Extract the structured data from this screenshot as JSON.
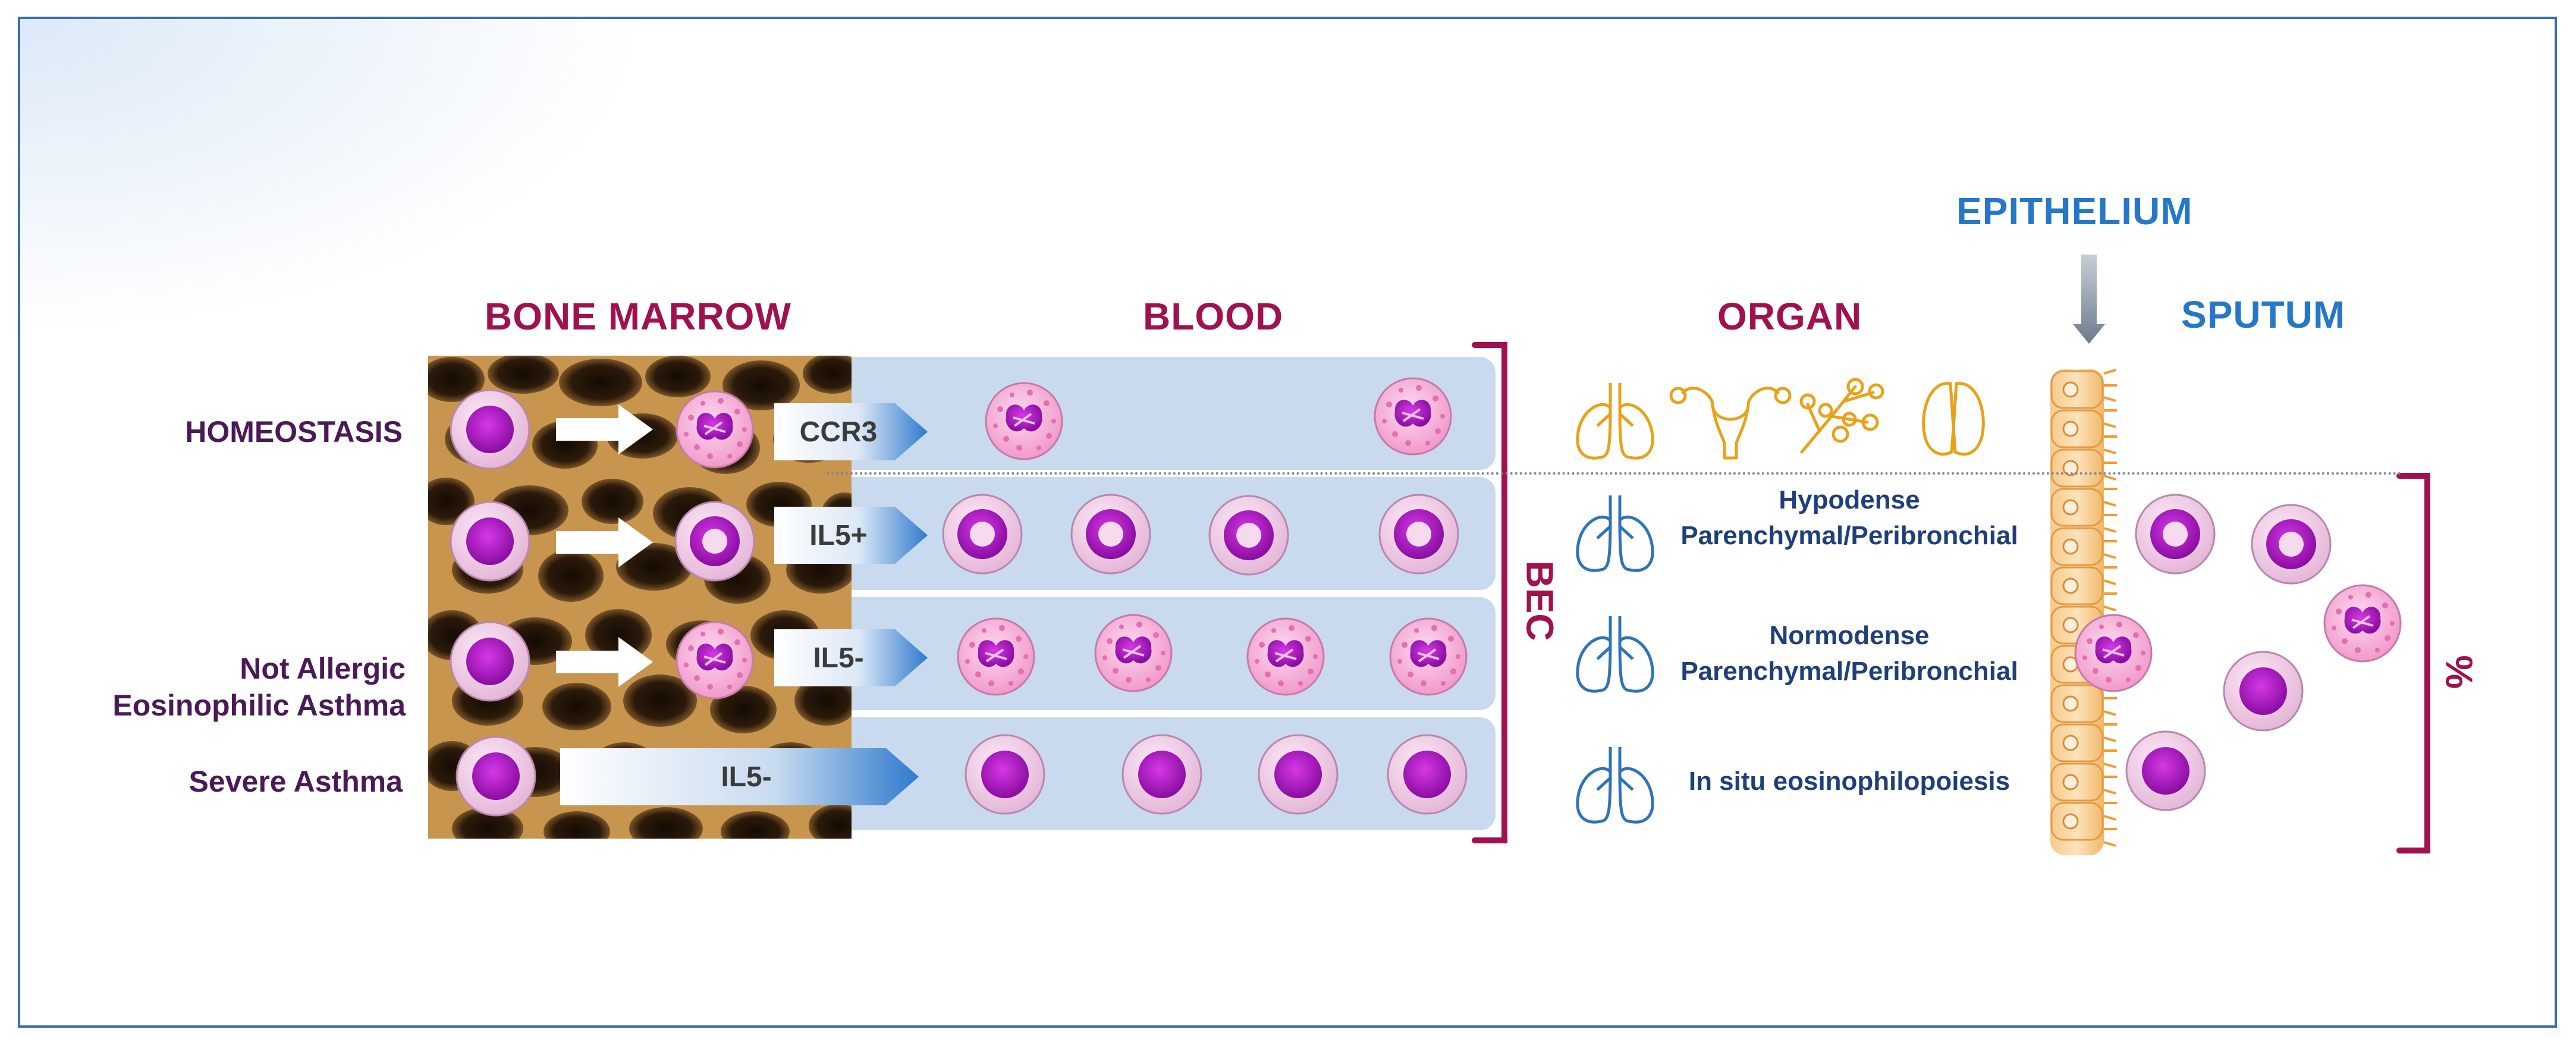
{
  "headers": {
    "bone_marrow": "BONE MARROW",
    "blood": "BLOOD",
    "organ": "ORGAN",
    "epithelium": "EPITHELIUM",
    "sputum": "SPUTUM"
  },
  "row_labels": {
    "homeostasis": "HOMEOSTASIS",
    "not_allergic_line1": "Not Allergic",
    "not_allergic_line2": "Eosinophilic Asthma",
    "severe": "Severe Asthma"
  },
  "receptor_tags": {
    "row1": "CCR3",
    "row2": "IL5+",
    "row3": "IL5-",
    "row4": "IL5-"
  },
  "organ_descriptions": {
    "hypodense_line1": "Hypodense",
    "hypodense_line2": "Parenchymal/Peribronchial",
    "normodense_line1": "Normodense",
    "normodense_line2": "Parenchymal/Peribronchial",
    "in_situ": "In situ eosinophilopoiesis"
  },
  "bracket_labels": {
    "blood": "BEC",
    "sputum": "%"
  },
  "colors": {
    "header_red": "#a0114f",
    "header_blue": "#2677c7",
    "row_label": "#4a1a56",
    "organ_icon_gold": "#e8a21a",
    "lung_blue": "#2f73b8",
    "band_blue": "#c9daee",
    "bracket": "#a0114f"
  },
  "icons": [
    "lungs-icon",
    "uterus-icon",
    "gland-icon",
    "thyroid-icon",
    "arrow-right-icon",
    "arrow-down-icon"
  ]
}
